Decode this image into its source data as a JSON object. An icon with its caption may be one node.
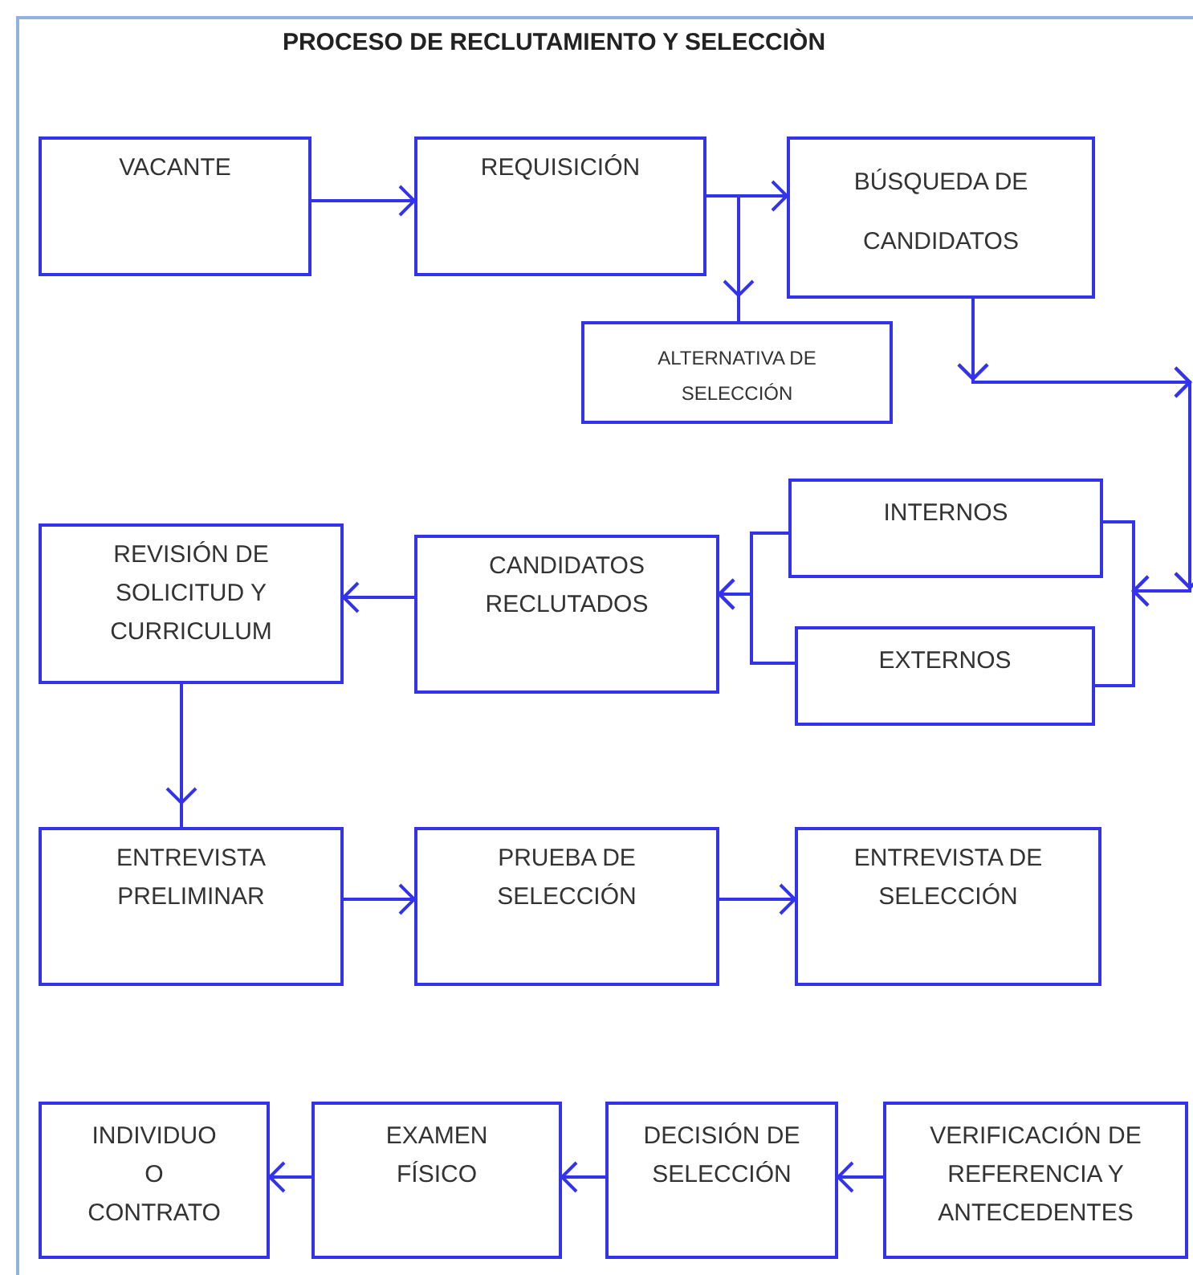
{
  "diagram": {
    "title": "PROCESO DE RECLUTAMIENTO Y SELECCIÒN",
    "nodes": [
      {
        "text": [
          "VACANTE"
        ]
      },
      {
        "text": [
          "REQUISICIÓN"
        ]
      },
      {
        "text": [
          "BÚSQUEDA DE CANDIDATOS"
        ]
      },
      {
        "text": [
          "ALTERNATIVA DE SELECCIÓN"
        ]
      },
      {
        "text": [
          "INTERNOS"
        ]
      },
      {
        "text": [
          "EXTERNOS"
        ]
      },
      {
        "text": [
          "CANDIDATOS RECLUTADOS"
        ]
      },
      {
        "text": [
          "REVISIÓN DE SOLICITUD Y CURRICULUM"
        ]
      },
      {
        "text": [
          "ENTREVISTA PRELIMINAR"
        ]
      },
      {
        "text": [
          "PRUEBA DE SELECCIÓN"
        ]
      },
      {
        "text": [
          "ENTREVISTA DE SELECCIÓN"
        ]
      },
      {
        "text": [
          "VERIFICACIÓN DE REFERENCIA Y ANTECEDENTES"
        ]
      },
      {
        "text": [
          "DECISIÓN DE SELECCIÓN"
        ]
      },
      {
        "text": [
          "EXAMEN FÍSICO"
        ]
      },
      {
        "text": [
          "INDIVIDUO O CONTRATO"
        ]
      }
    ],
    "edges": [
      {
        "from": 0,
        "to": 1,
        "arrow": "to"
      },
      {
        "from": 1,
        "to": 2,
        "arrow": "to"
      },
      {
        "from": 1,
        "to": 3,
        "arrow": "to"
      },
      {
        "from": 2,
        "to": 4,
        "arrow": "to"
      },
      {
        "from": 2,
        "to": 5,
        "arrow": "to"
      },
      {
        "from": 4,
        "to": 6,
        "arrow": "to"
      },
      {
        "from": 5,
        "to": 6,
        "arrow": "to"
      },
      {
        "from": 6,
        "to": 7,
        "arrow": "to"
      },
      {
        "from": 7,
        "to": 8,
        "arrow": "to"
      },
      {
        "from": 8,
        "to": 9,
        "arrow": "to"
      },
      {
        "from": 9,
        "to": 10,
        "arrow": "to"
      },
      {
        "from": 11,
        "to": 12,
        "arrow": "to"
      },
      {
        "from": 12,
        "to": 13,
        "arrow": "to"
      },
      {
        "from": 13,
        "to": 14,
        "arrow": "to"
      }
    ]
  }
}
